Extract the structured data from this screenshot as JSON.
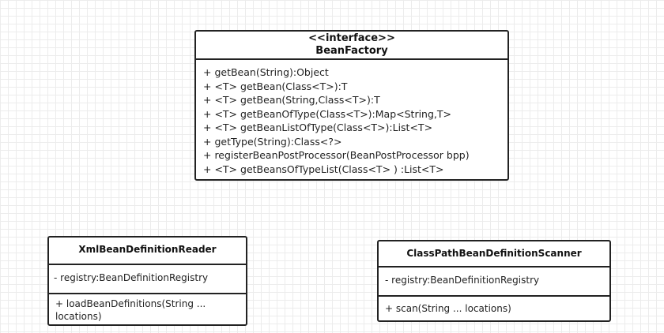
{
  "bean_factory": {
    "stereotype": "<<interface>>",
    "name": "BeanFactory",
    "methods": [
      "+ getBean(String):Object",
      "+ <T> getBean(Class<T>):T",
      "+ <T> getBean(String,Class<T>):T",
      "+ <T> getBeanOfType(Class<T>):Map<String,T>",
      "+ <T> getBeanListOfType(Class<T>):List<T>",
      "+ getType(String):Class<?>",
      "+ registerBeanPostProcessor(BeanPostProcessor bpp)",
      "+ <T> getBeansOfTypeList(Class<T> ) :List<T>"
    ]
  },
  "xml_reader": {
    "name": "XmlBeanDefinitionReader",
    "attributes": [
      "- registry:BeanDefinitionRegistry"
    ],
    "methods": [
      "+ loadBeanDefinitions(String ... locations)"
    ]
  },
  "scanner": {
    "name": "ClassPathBeanDefinitionScanner",
    "attributes": [
      "- registry:BeanDefinitionRegistry"
    ],
    "methods": [
      "+ scan(String ... locations)"
    ]
  }
}
